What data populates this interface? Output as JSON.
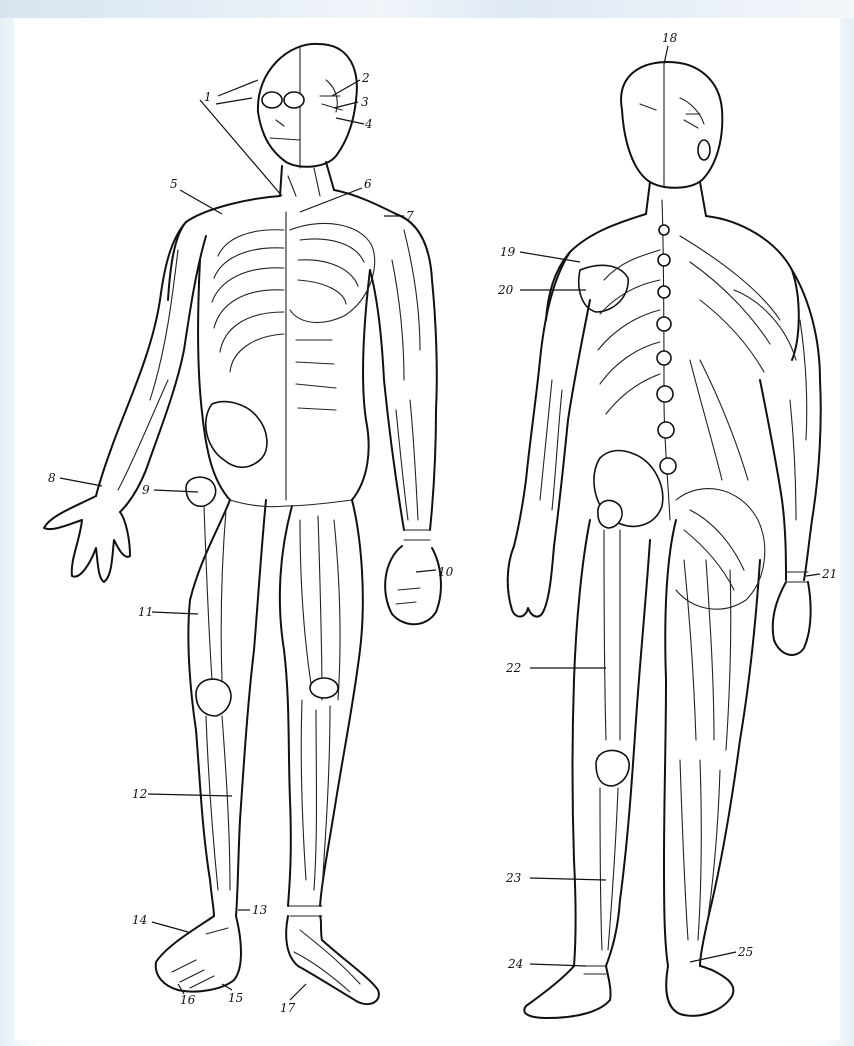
{
  "figure": {
    "labels": [
      "1",
      "2",
      "3",
      "4",
      "5",
      "6",
      "7",
      "8",
      "9",
      "10",
      "11",
      "12",
      "13",
      "14",
      "15",
      "16",
      "17",
      "18",
      "19",
      "20",
      "21",
      "22",
      "23",
      "24",
      "25"
    ]
  }
}
